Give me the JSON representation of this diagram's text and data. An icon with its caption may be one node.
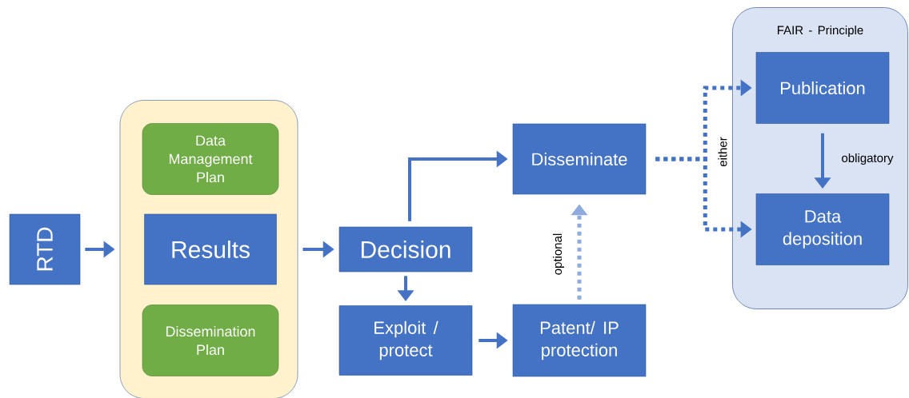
{
  "diagram": {
    "nodes": [
      {
        "text": [
          "RTD"
        ]
      },
      {
        "text": [],
        "shape": "box"
      },
      {
        "text": [
          "Data Management Plan"
        ],
        "in": 1
      },
      {
        "text": [
          "Results"
        ],
        "in": 1
      },
      {
        "text": [
          "Dissemination Plan"
        ],
        "in": 1
      },
      {
        "text": [
          "Decision"
        ]
      },
      {
        "text": [
          "Exploit / protect"
        ]
      },
      {
        "text": [
          "Disseminate"
        ]
      },
      {
        "text": [
          "Patent/ IP protection"
        ]
      },
      {
        "text": [
          "FAIR - Principle"
        ]
      },
      {
        "text": [
          "Publication"
        ],
        "in": 9
      },
      {
        "text": [
          "Data deposition"
        ],
        "in": 9
      }
    ],
    "edges": [
      {
        "from": 0,
        "to": 1,
        "arrow": "to"
      },
      {
        "from": 1,
        "to": 5,
        "arrow": "to"
      },
      {
        "from": 5,
        "to": 7,
        "arrow": "to"
      },
      {
        "from": 5,
        "to": 6,
        "arrow": "to"
      },
      {
        "from": 6,
        "to": 8,
        "arrow": "to"
      },
      {
        "from": 8,
        "to": 7,
        "arrow": "to",
        "label": "optional",
        "style": "dashed",
        "color": "#8faadc"
      },
      {
        "from": 7,
        "to": 10,
        "arrow": "to",
        "label": "either",
        "style": "dashed"
      },
      {
        "from": 7,
        "to": 11,
        "arrow": "to",
        "style": "dashed"
      },
      {
        "from": 10,
        "to": 11,
        "arrow": "to",
        "label": "obligatory"
      }
    ]
  }
}
